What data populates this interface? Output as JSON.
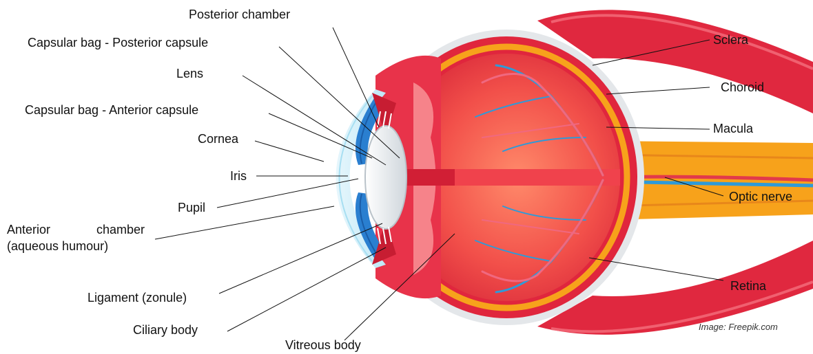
{
  "labels": {
    "posterior_chamber": "Posterior chamber",
    "capsular_posterior": "Capsular bag - Posterior capsule",
    "lens": "Lens",
    "capsular_anterior": "Capsular bag - Anterior capsule",
    "cornea": "Cornea",
    "iris": "Iris",
    "pupil": "Pupil",
    "anterior_chamber_1a": "Anterior",
    "anterior_chamber_1b": "chamber",
    "anterior_chamber_2": "(aqueous humour)",
    "ligament": "Ligament (zonule)",
    "ciliary_body": "Ciliary body",
    "vitreous_body": "Vitreous body",
    "sclera": "Sclera",
    "choroid": "Choroid",
    "macula": "Macula",
    "optic_nerve": "Optic nerve",
    "retina": "Retina"
  },
  "credit": "Image: Freepik.com"
}
